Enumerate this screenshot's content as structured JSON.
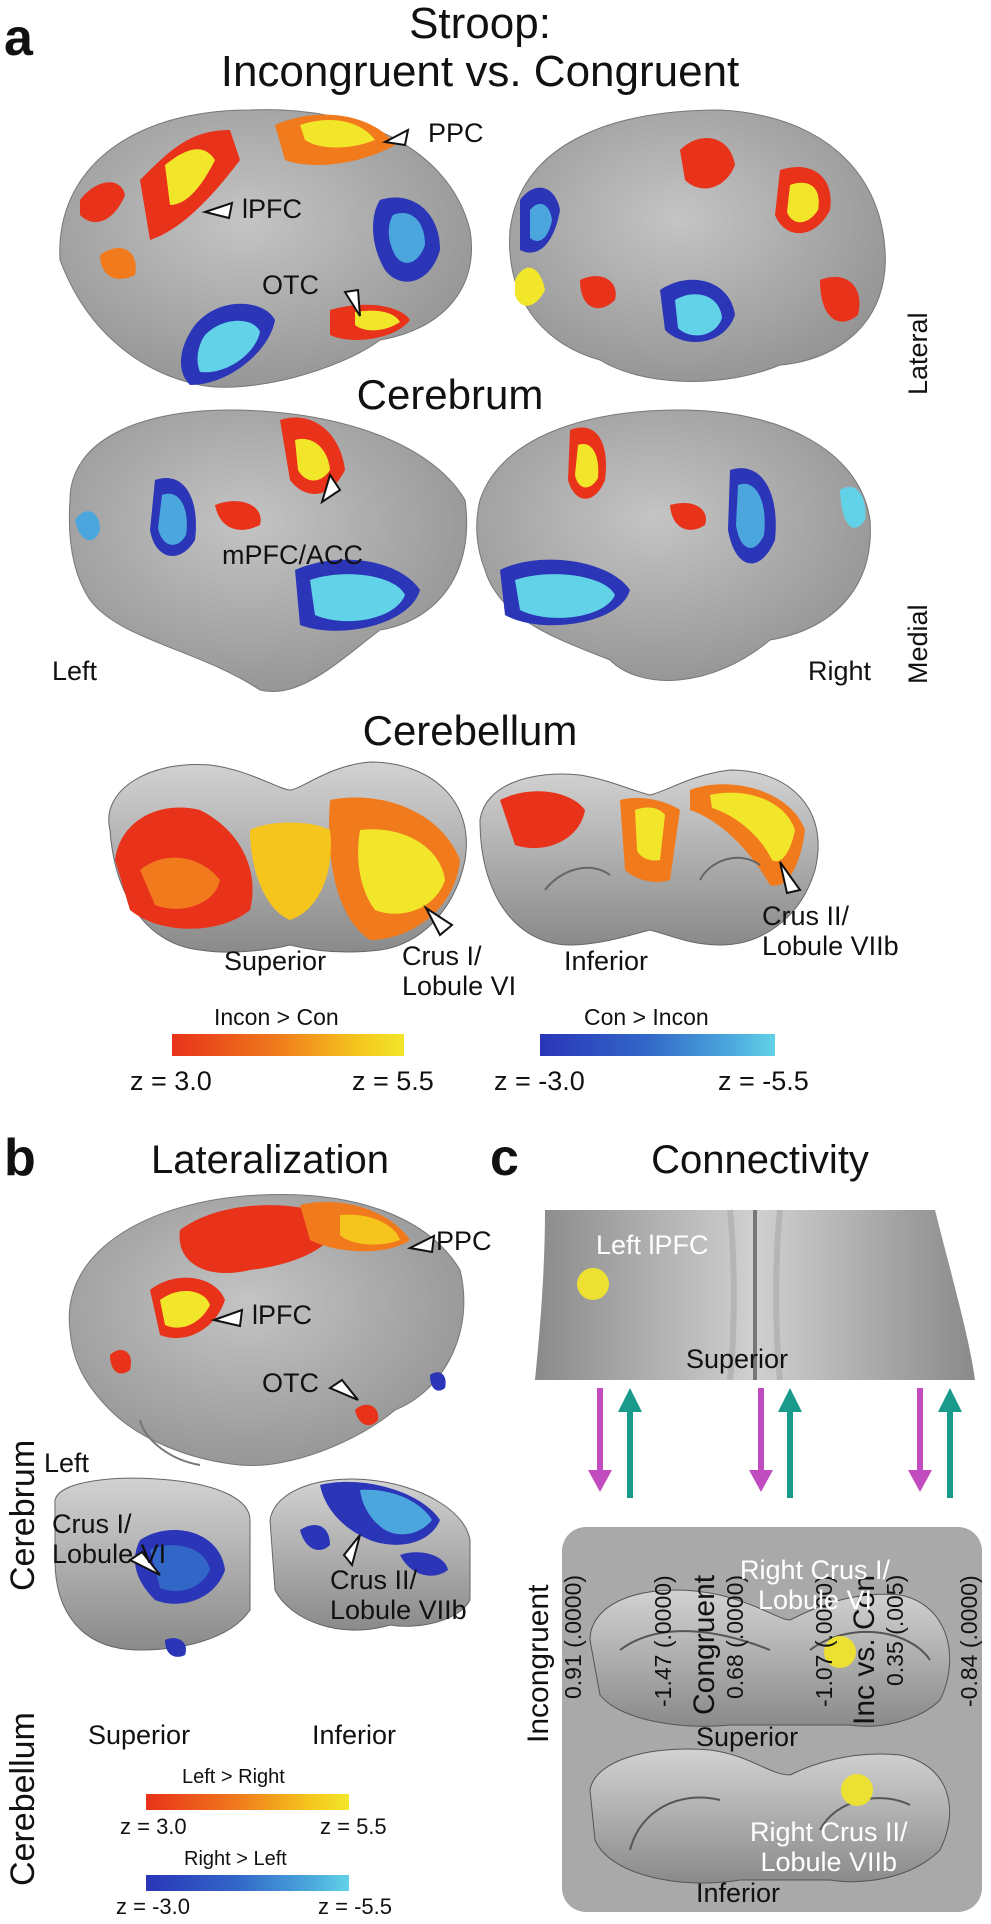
{
  "panel_a": {
    "letter": "a",
    "title_line1": "Stroop:",
    "title_line2": "Incongruent vs. Congruent",
    "cerebrum_label": "Cerebrum",
    "cerebellum_label": "Cerebellum",
    "lateral_label": "Lateral",
    "medial_label": "Medial",
    "left_label": "Left",
    "right_label": "Right",
    "annotations": {
      "ppc": "PPC",
      "lpfc": "lPFC",
      "otc": "OTC",
      "mpfc_acc": "mPFC/ACC",
      "crus1_line1": "Crus I/",
      "crus1_line2": "Lobule VI",
      "crus2_line1": "Crus II/",
      "crus2_line2": "Lobule VIIb"
    },
    "views": {
      "superior": "Superior",
      "inferior": "Inferior"
    },
    "colorbars": {
      "warm_title": "Incon > Con",
      "warm_min": "z = 3.0",
      "warm_max": "z = 5.5",
      "cool_title": "Con > Incon",
      "cool_min": "z = -3.0",
      "cool_max": "z = -5.5"
    },
    "colors": {
      "warm_low": "#e8321a",
      "warm_high": "#f2e62a",
      "cool_low": "#2a35b8",
      "cool_high": "#62d2e8",
      "brain": "#a9a9a9"
    }
  },
  "panel_b": {
    "letter": "b",
    "title": "Lateralization",
    "cerebrum_label": "Cerebrum",
    "cerebellum_label": "Cerebellum",
    "left_label": "Left",
    "annotations": {
      "ppc": "PPC",
      "lpfc": "lPFC",
      "otc": "OTC",
      "crus1_line1": "Crus I/",
      "crus1_line2": "Lobule VI",
      "crus2_line1": "Crus II/",
      "crus2_line2": "Lobule VIIb"
    },
    "views": {
      "superior": "Superior",
      "inferior": "Inferior"
    },
    "colorbars": {
      "warm_title": "Left > Right",
      "warm_min": "z = 3.0",
      "warm_max": "z = 5.5",
      "cool_title": "Right > Left",
      "cool_min": "z = -3.0",
      "cool_max": "z = -5.5"
    }
  },
  "panel_c": {
    "letter": "c",
    "title": "Connectivity",
    "seed_label": "Left lPFC",
    "superior_label": "Superior",
    "inferior_label": "Inferior",
    "target1_line1": "Right Crus I/",
    "target1_line2": "Lobule VI",
    "target2_line1": "Right Crus II/",
    "target2_line2": "Lobule VIIb",
    "conditions": [
      {
        "name": "Incongruent",
        "down": "0.91 (.0000)",
        "up": "-1.47 (.0000)"
      },
      {
        "name": "Congruent",
        "down": "0.68 (.0000)",
        "up": "-1.07 (.0000)"
      },
      {
        "name": "Inc vs. Con",
        "down": "0.35 (.005)",
        "up": "-0.84 (.0000)"
      }
    ],
    "colors": {
      "down_arrow": "#c04cc0",
      "up_arrow": "#1a9a8a",
      "seed": "#ece032"
    }
  }
}
